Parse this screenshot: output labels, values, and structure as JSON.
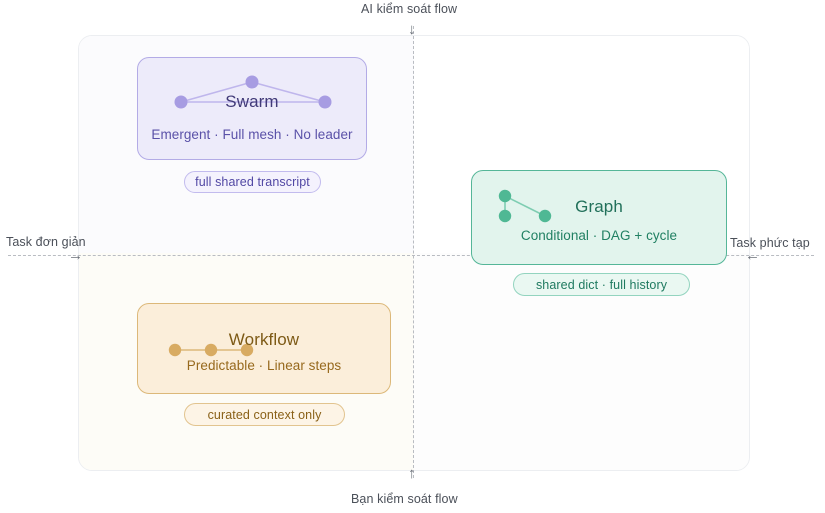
{
  "axes": {
    "top_label": "AI kiểm soát flow",
    "bottom_label": "Bạn kiểm soát flow",
    "left_label": "Task đơn giản",
    "right_label": "Task phức tạp",
    "arrow_down": "↓",
    "arrow_up": "↑",
    "arrow_right": "→",
    "arrow_left": "←"
  },
  "cards": [
    {
      "id": "swarm",
      "title": "Swarm",
      "subtitle": "Emergent · Full mesh · No leader",
      "badge": "full shared transcript",
      "accent": "#6c5fc7",
      "fill": "#edebfa",
      "border": "#b3abe6",
      "node_color": "#a79ce2",
      "edge_color": "#bfb6ec",
      "diagram": "mesh-triangle"
    },
    {
      "id": "graph",
      "title": "Graph",
      "subtitle": "Conditional · DAG + cycle",
      "badge": "shared dict · full history",
      "accent": "#1f7a60",
      "fill": "#e2f4ed",
      "border": "#55b698",
      "node_color": "#4fb894",
      "edge_color": "#7fcdb2",
      "diagram": "dag-cycle"
    },
    {
      "id": "workflow",
      "title": "Workflow",
      "subtitle": "Predictable · Linear steps",
      "badge": "curated context only",
      "accent": "#8a6118",
      "fill": "#fbeeda",
      "border": "#dcb879",
      "node_color": "#d8ab62",
      "edge_color": "#ddb97a",
      "diagram": "linear-chain"
    }
  ],
  "quadrants": {
    "top_left": "swarm",
    "top_right": "",
    "bottom_left": "workflow",
    "bottom_right": "graph"
  }
}
